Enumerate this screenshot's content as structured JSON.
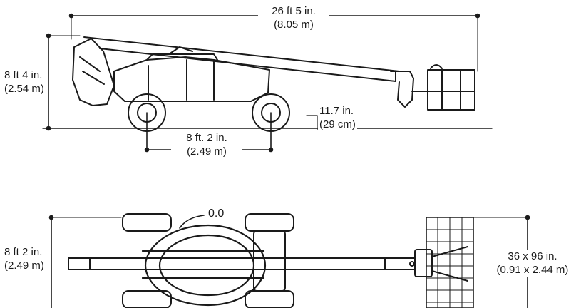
{
  "dimensions": {
    "overall_length": {
      "imperial": "26 ft 5 in.",
      "metric": "(8.05 m)"
    },
    "stowed_height": {
      "imperial": "8 ft 4 in.",
      "metric": "(2.54 m)"
    },
    "ground_clearance": {
      "imperial": "11.7 in.",
      "metric": "(29 cm)"
    },
    "wheelbase": {
      "imperial": "8 ft. 2 in.",
      "metric": "(2.49 m)"
    },
    "tailswing": {
      "value": "0.0"
    },
    "overall_width": {
      "imperial": "8 ft 2 in.",
      "metric": "(2.49 m)"
    },
    "platform_size": {
      "imperial": "36 x 96 in.",
      "metric": "(0.91 x 2.44 m)"
    }
  },
  "colors": {
    "line": "#1a1a1a",
    "background": "#ffffff"
  }
}
